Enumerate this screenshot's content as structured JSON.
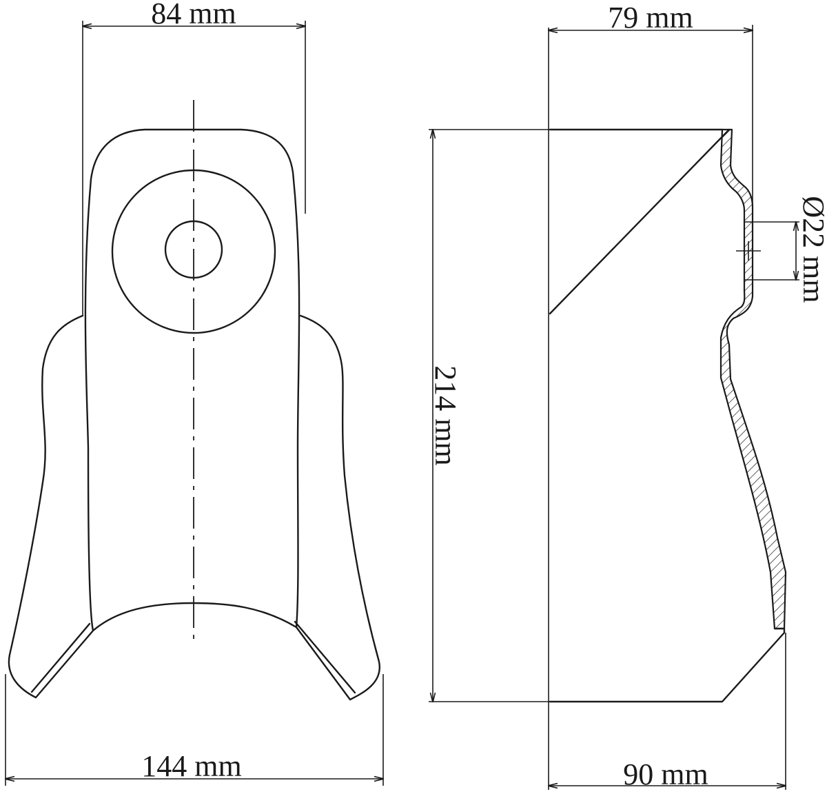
{
  "figure": {
    "front_view": {
      "top_width_label": "84 mm",
      "bottom_width_label": "144 mm"
    },
    "side_view": {
      "top_width_label": "79 mm",
      "bottom_width_label": "90 mm",
      "height_label": "214 mm",
      "hole_diameter_label": "Ø22 mm"
    }
  }
}
